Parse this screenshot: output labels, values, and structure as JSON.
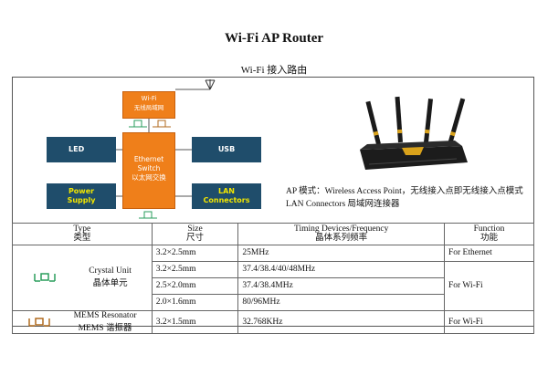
{
  "page": {
    "title": "Wi-Fi AP Router",
    "subtitle": "Wi-Fi 接入路由"
  },
  "diagram": {
    "wifi_en": "Wi-Fi",
    "wifi_cn": "无线局域网",
    "ethernet_en_1": "Ethernet",
    "ethernet_en_2": "Switch",
    "ethernet_cn": "以太网交换",
    "led": "LED",
    "usb": "USB",
    "power_1": "Power",
    "power_2": "Supply",
    "lan_1": "LAN",
    "lan_2": "Connectors",
    "colors": {
      "box": "#1f4d6b",
      "box_text": "#f2e600",
      "accent": "#ef7f1a"
    }
  },
  "ap_description": {
    "line1": "AP 模式：Wireless Access Point，无线接入点即无线接入点模式",
    "line2": "LAN Connectors 局域网连接器"
  },
  "table": {
    "headers": {
      "type_en": "Type",
      "type_cn": "类型",
      "size_en": "Size",
      "size_cn": "尺寸",
      "freq_en": "Timing Devices/Frequency",
      "freq_cn": "晶体系列频率",
      "func_en": "Function",
      "func_cn": "功能"
    },
    "crystal": {
      "name_en": "Crystal Unit",
      "name_cn": "晶体单元",
      "icon": "crystal-icon",
      "rows": [
        {
          "size": "3.2×2.5mm",
          "freq": "25MHz",
          "function": "For Ethernet"
        },
        {
          "size": "3.2×2.5mm",
          "freq": "37.4/38.4/40/48MHz",
          "function": "For Wi-Fi"
        },
        {
          "size": "2.5×2.0mm",
          "freq": "37.4/38.4MHz",
          "function": ""
        },
        {
          "size": "2.0×1.6mm",
          "freq": "80/96MHz",
          "function": ""
        }
      ]
    },
    "mems": {
      "name_en": "MEMS Resonator",
      "name_cn": "MEMS 谐振器",
      "icon": "mems-icon",
      "size": "3.2×1.5mm",
      "freq": "32.768KHz",
      "function": "For Wi-Fi"
    }
  }
}
